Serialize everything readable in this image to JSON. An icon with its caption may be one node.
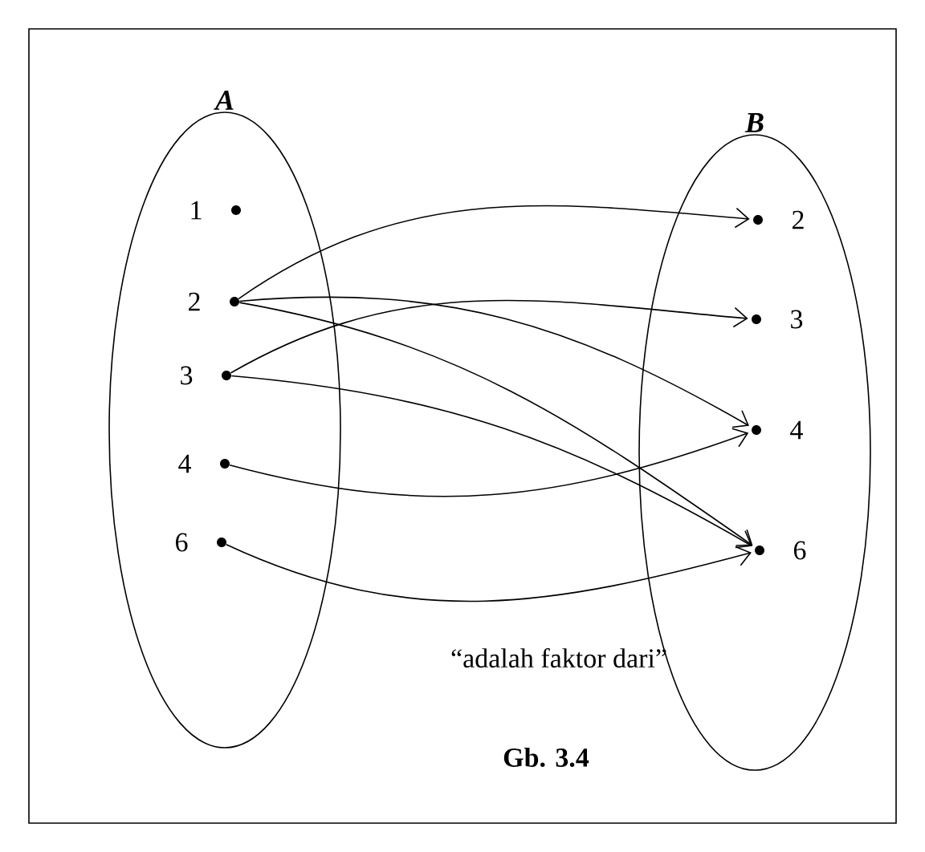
{
  "diagram": {
    "caption": "Gb. 3.4",
    "nodes": [
      {
        "text": [
          "A"
        ]
      },
      {
        "text": [
          "1"
        ],
        "in": 0
      },
      {
        "text": [
          "2"
        ],
        "in": 0
      },
      {
        "text": [
          "3"
        ],
        "in": 0
      },
      {
        "text": [
          "4"
        ],
        "in": 0
      },
      {
        "text": [
          "6"
        ],
        "in": 0
      },
      {
        "text": [
          "B"
        ]
      },
      {
        "text": [
          "2"
        ],
        "in": 6
      },
      {
        "text": [
          "3"
        ],
        "in": 6
      },
      {
        "text": [
          "4"
        ],
        "in": 6
      },
      {
        "text": [
          "6"
        ],
        "in": 6
      }
    ],
    "edges": [
      {
        "from": 2,
        "to": 7,
        "arrow": "to"
      },
      {
        "from": 2,
        "to": 9,
        "arrow": "to"
      },
      {
        "from": 2,
        "to": 10,
        "arrow": "to"
      },
      {
        "from": 3,
        "to": 8,
        "arrow": "to"
      },
      {
        "from": 3,
        "to": 10,
        "arrow": "to"
      },
      {
        "from": 4,
        "to": 9,
        "arrow": "to"
      },
      {
        "from": 5,
        "to": 10,
        "arrow": "to"
      }
    ],
    "labels": [
      "“adalah faktor dari”"
    ]
  }
}
